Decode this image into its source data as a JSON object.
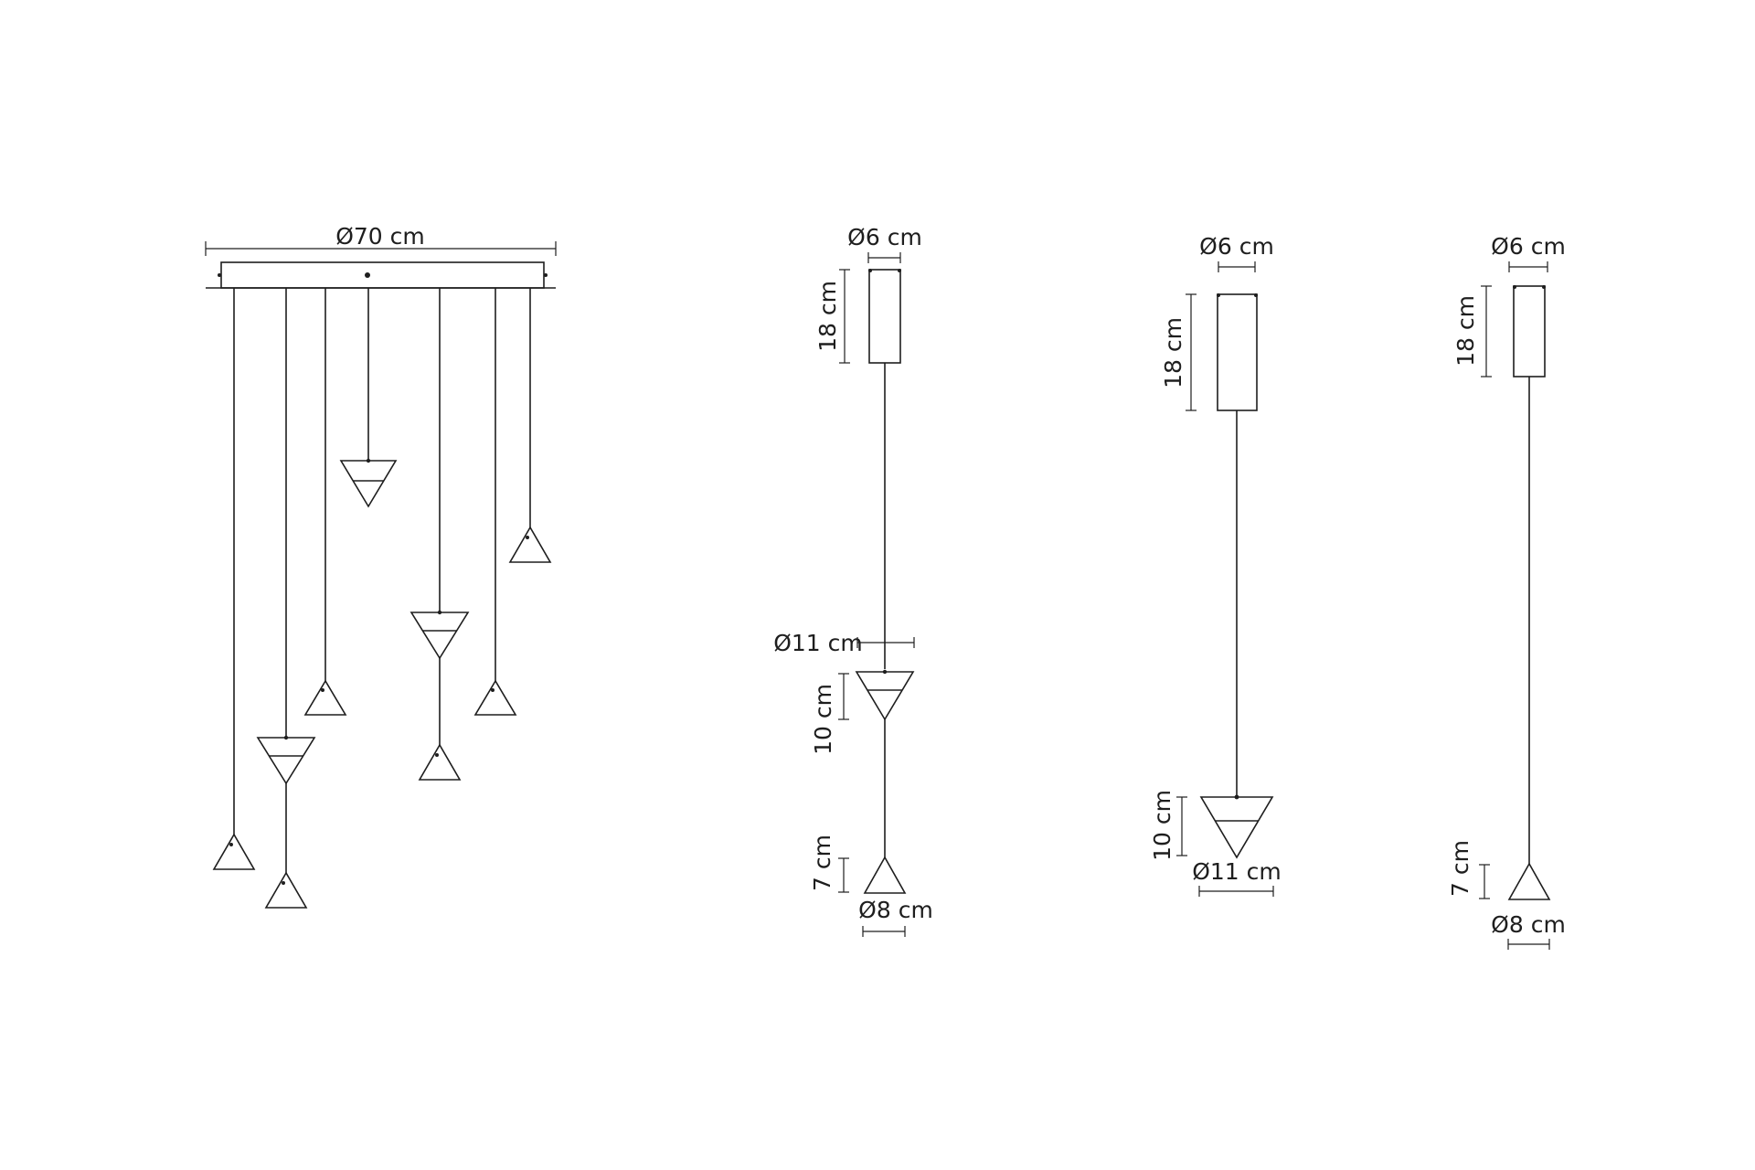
{
  "figures": {
    "multi_canopy": {
      "diameter": "Ø70 cm"
    },
    "pendant_double": {
      "canopy_diameter": "Ø6 cm",
      "canopy_height": "18 cm",
      "cone_diameter": "Ø11 cm",
      "cone_height": "10 cm",
      "small_cone_height": "7 cm",
      "small_cone_diameter": "Ø8 cm"
    },
    "pendant_large": {
      "canopy_diameter": "Ø6 cm",
      "canopy_height": "18 cm",
      "cone_height": "10 cm",
      "cone_diameter": "Ø11 cm"
    },
    "pendant_small": {
      "canopy_diameter": "Ø6 cm",
      "canopy_height": "18 cm",
      "cone_height": "7 cm",
      "cone_diameter": "Ø8 cm"
    }
  }
}
